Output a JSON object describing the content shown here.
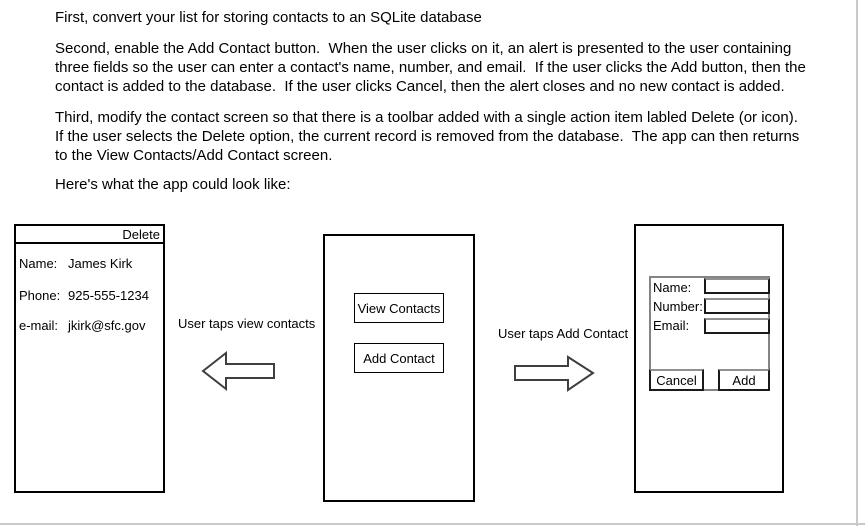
{
  "document": {
    "paragraphs": {
      "p1": {
        "line1": "First, convert your list for storing contacts to an SQLite database"
      },
      "p2": {
        "line1": "Second, enable the Add Contact button.  When the user clicks on it, an alert is presented to the user containing",
        "line2": "three fields so the user can enter a contact's name, number, and email.  If the user clicks the Add button, then the",
        "line3": "contact is added to the database.  If the user clicks Cancel, then the alert closes and no new contact is added."
      },
      "p3": {
        "line1": "Third, modify the contact screen so that there is a toolbar added with a single action item labled Delete (or icon).",
        "line2": "If the user selects the Delete option, the current record is removed from the database.  The app can then returns",
        "line3": "to the View Contacts/Add Contact screen."
      },
      "p4": {
        "line1": "Here's what the app could look like:"
      }
    }
  },
  "wireframe": {
    "contact_screen": {
      "toolbar_action_label": "Delete",
      "fields": [
        {
          "label": "Name:",
          "value": "James Kirk"
        },
        {
          "label": "Phone:",
          "value": "925-555-1234"
        },
        {
          "label": "e-mail:",
          "value": "jkirk@sfc.gov"
        }
      ]
    },
    "transition_left": {
      "label": "User taps view contacts",
      "arrow_direction": "left"
    },
    "home_screen": {
      "view_contacts_label": "View Contacts",
      "add_contact_label": "Add Contact"
    },
    "transition_right": {
      "label": "User taps Add Contact",
      "arrow_direction": "right"
    },
    "add_contact_dialog": {
      "fields": [
        {
          "label": "Name:",
          "value": ""
        },
        {
          "label": "Number:",
          "value": ""
        },
        {
          "label": "Email:",
          "value": ""
        }
      ],
      "cancel_label": "Cancel",
      "add_label": "Add"
    }
  },
  "colors": {
    "text": "#000000",
    "phone_outline": "#000000",
    "arrow_stroke": "#3f3f3f",
    "dialog_border": "#848484",
    "frame_edge": "#c9c9c9"
  }
}
